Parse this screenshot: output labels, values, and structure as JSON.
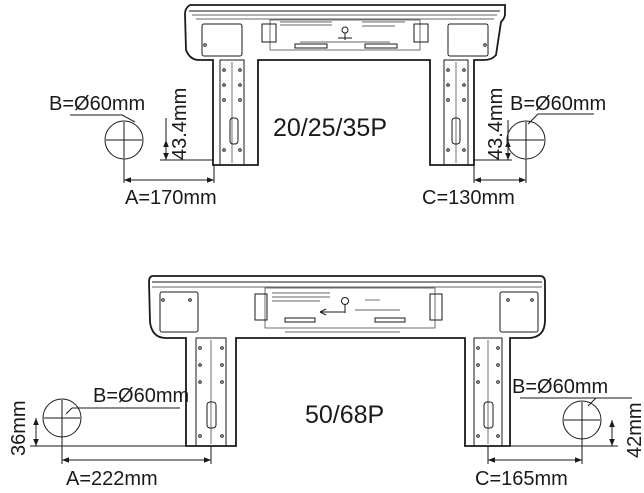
{
  "top_diagram": {
    "model": "20/25/35P",
    "hole_left": "B=Ø60mm",
    "hole_right": "B=Ø60mm",
    "offset_left": "43.4mm",
    "offset_right": "43.4mm",
    "dim_left": "A=170mm",
    "dim_right": "C=130mm"
  },
  "bottom_diagram": {
    "model": "50/68P",
    "hole_left": "B=Ø60mm",
    "hole_right": "B=Ø60mm",
    "offset_left": "36mm",
    "offset_right": "42mm",
    "dim_left": "A=222mm",
    "dim_right": "C=165mm"
  }
}
